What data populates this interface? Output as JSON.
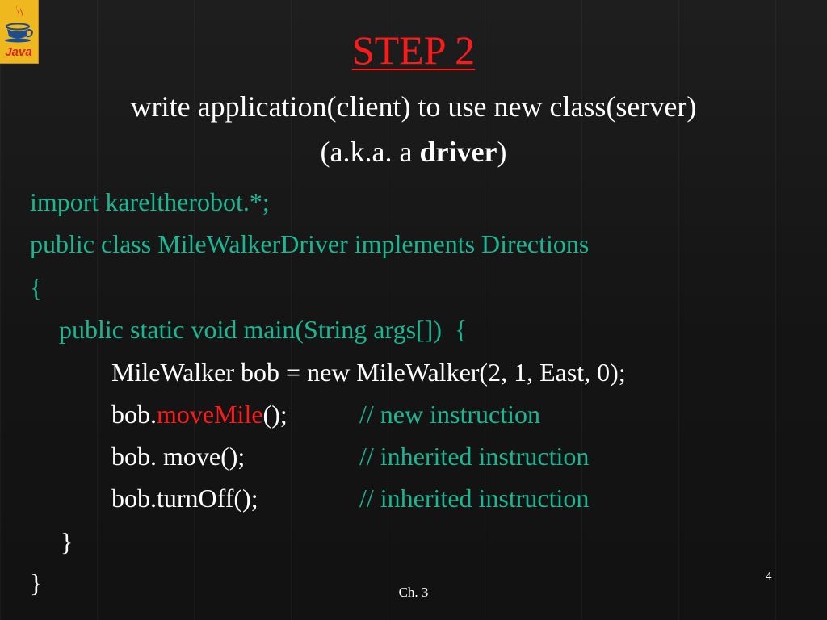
{
  "title": "STEP 2",
  "subtitle_line1": "write application(client) to use new class(server)",
  "subtitle_line2_prefix": "(a.k.a. a ",
  "subtitle_line2_bold": "driver",
  "subtitle_line2_suffix": ")",
  "logo_text": "Java",
  "code": {
    "import_line": "import kareltherobot.*;",
    "class_line": "public class MileWalkerDriver implements Directions",
    "open_brace": "{",
    "main_line": "public static void main(String args[])  {",
    "constructor_line": "MileWalker bob = new MileWalker(2, 1, East, 0);",
    "movemile_prefix": "bob.",
    "movemile_method": "moveMile",
    "movemile_suffix": "();",
    "movemile_comment": "// new instruction",
    "move_statement": "bob. move();",
    "move_comment": "// inherited instruction",
    "turnoff_statement": "bob.turnOff();",
    "turnoff_comment": "// inherited instruction",
    "inner_close_brace": "}",
    "outer_close_brace": "}"
  },
  "footer": {
    "chapter": "Ch. 3",
    "page_number": "4"
  },
  "colors": {
    "title": "#ff1a1a",
    "code_teal": "#19b894",
    "highlight_red": "#ff1a1a",
    "text": "#ffffff",
    "background": "#161616",
    "logo_bg": "#f0b81f"
  }
}
